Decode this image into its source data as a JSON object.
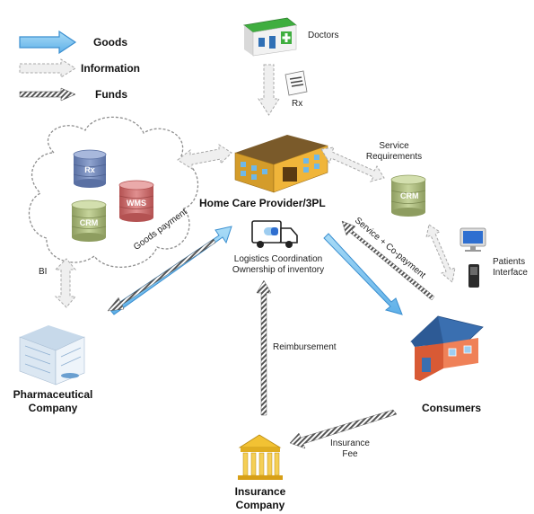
{
  "legend": {
    "goods": "Goods",
    "information": "Information",
    "funds": "Funds"
  },
  "nodes": {
    "doctors": "Doctors",
    "rx_doc": "Rx",
    "provider": "Home Care Provider/3PL",
    "logistics_line1": "Logistics Coordination",
    "logistics_line2": "Ownership of inventory",
    "service_req_line1": "Service",
    "service_req_line2": "Requirements",
    "crm_right": "CRM",
    "patients_line1": "Patients",
    "patients_line2": "Interface",
    "consumers": "Consumers",
    "pharma_line1": "Pharmaceutical",
    "pharma_line2": "Company",
    "insurance_line1": "Insurance",
    "insurance_line2": "Company",
    "db_rx": "Rx",
    "db_wms": "WMS",
    "db_crm": "CRM"
  },
  "flows": {
    "bi": "BI",
    "goods_payment": "Goods payment",
    "service_copayment": "Service + Co-payment",
    "reimbursement": "Reimbursement",
    "insurance_fee_line1": "Insurance",
    "insurance_fee_line2": "Fee"
  },
  "colors": {
    "goods_fill": "#7ec3ef",
    "goods_stroke": "#3b8fd0",
    "info_fill": "#ededed",
    "info_stroke": "#a8a8a8",
    "funds_stroke": "#555555",
    "db_blue": "#6f86b8",
    "db_red": "#c96a6a",
    "db_green": "#a9b87a",
    "house_roof": "#3a6fb0",
    "house_wall": "#e86f4c"
  },
  "icons": {
    "doctors": "clinic-icon",
    "provider": "warehouse-building-icon",
    "truck": "delivery-truck-icon",
    "pharma": "office-building-icon",
    "consumers": "house-icon",
    "insurance": "bank-icon",
    "monitor": "monitor-icon",
    "phone": "phone-icon"
  }
}
